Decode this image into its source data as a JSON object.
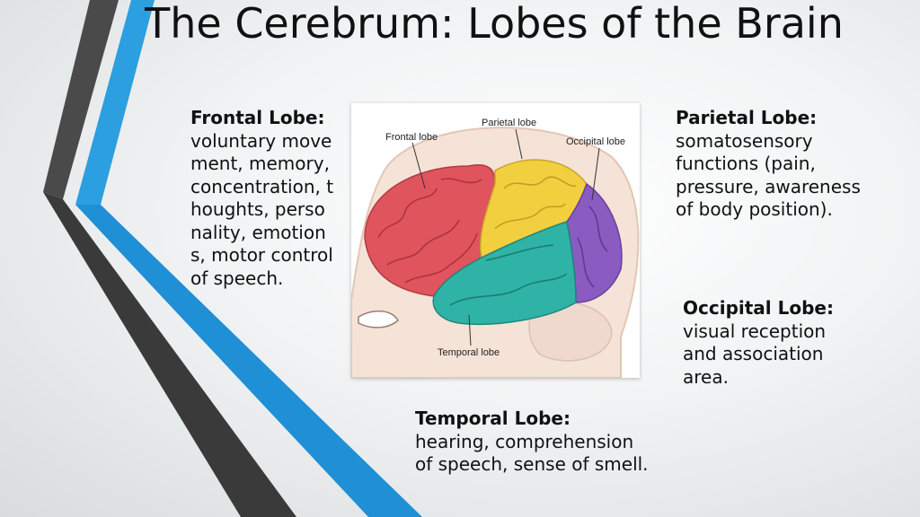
{
  "slide": {
    "title": "The Cerebrum: Lobes of the Brain"
  },
  "lobes": {
    "frontal": {
      "heading": "Frontal Lobe:",
      "text": "voluntary movement, memory, concentration, thoughts, personality, emotions, motor control of speech."
    },
    "parietal": {
      "heading": "Parietal Lobe:",
      "text": "somatosensory functions (pain, pressure, awareness of body position)."
    },
    "occipital": {
      "heading": "Occipital Lobe:",
      "text": "visual reception and association area."
    },
    "temporal": {
      "heading": "Temporal Lobe:",
      "text": "hearing, comprehension of speech, sense of smell."
    }
  },
  "figure": {
    "labels": {
      "frontal": "Frontal lobe",
      "parietal": "Parietal lobe",
      "occipital": "Occipital lobe",
      "temporal": "Temporal lobe"
    },
    "colors": {
      "frontal": "#e0545d",
      "parietal": "#f2cf3f",
      "occipital": "#8a5bc0",
      "temporal": "#2fb3a6",
      "accent_blue": "#2b9fe0",
      "accent_dark": "#3a3a3a"
    }
  }
}
